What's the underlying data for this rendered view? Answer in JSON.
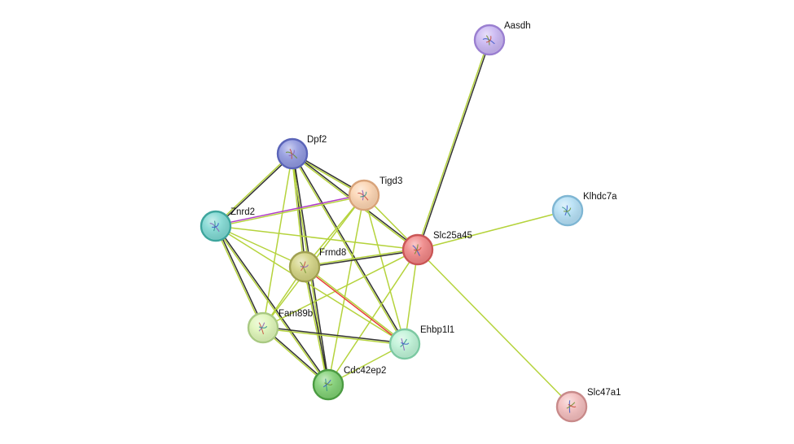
{
  "network": {
    "nodes": [
      {
        "id": "Aasdh",
        "label": "Aasdh",
        "color": "#c9b6f2",
        "border": "#9a7fd0"
      },
      {
        "id": "Dpf2",
        "label": "Dpf2",
        "color": "#8f97de",
        "border": "#5a64b8"
      },
      {
        "id": "Tigd3",
        "label": "Tigd3",
        "color": "#fbd3b0",
        "border": "#d8a37a"
      },
      {
        "id": "Znrd2",
        "label": "Znrd2",
        "color": "#7fd8d2",
        "border": "#3ea59d"
      },
      {
        "id": "Klhdc7a",
        "label": "Klhdc7a",
        "color": "#b4dff5",
        "border": "#7fb6d3"
      },
      {
        "id": "Slc25a45",
        "label": "Slc25a45",
        "color": "#f08585",
        "border": "#c95656"
      },
      {
        "id": "Frmd8",
        "label": "Frmd8",
        "color": "#d2d282",
        "border": "#a0a052"
      },
      {
        "id": "Fam89b",
        "label": "Fam89b",
        "color": "#def5b8",
        "border": "#a9c983"
      },
      {
        "id": "Ehbp1l1",
        "label": "Ehbp1l1",
        "color": "#bdf2d6",
        "border": "#7cc8a2"
      },
      {
        "id": "Cdc42ep2",
        "label": "Cdc42ep2",
        "color": "#7fcf73",
        "border": "#4b9b42"
      },
      {
        "id": "Slc47a1",
        "label": "Slc47a1",
        "color": "#f2bcbc",
        "border": "#c88a8a"
      }
    ],
    "edges": [
      {
        "source": "Aasdh",
        "target": "Slc25a45",
        "colors": [
          "#333333",
          "#b5d33c"
        ]
      },
      {
        "source": "Dpf2",
        "target": "Tigd3",
        "colors": [
          "#333333",
          "#b5d33c"
        ]
      },
      {
        "source": "Dpf2",
        "target": "Znrd2",
        "colors": [
          "#333333",
          "#b5d33c"
        ]
      },
      {
        "source": "Dpf2",
        "target": "Slc25a45",
        "colors": [
          "#333333",
          "#b5d33c"
        ]
      },
      {
        "source": "Dpf2",
        "target": "Frmd8",
        "colors": [
          "#333333",
          "#b5d33c"
        ]
      },
      {
        "source": "Dpf2",
        "target": "Fam89b",
        "colors": [
          "#b5d33c"
        ]
      },
      {
        "source": "Dpf2",
        "target": "Ehbp1l1",
        "colors": [
          "#333333",
          "#b5d33c"
        ]
      },
      {
        "source": "Dpf2",
        "target": "Cdc42ep2",
        "colors": [
          "#333333",
          "#b5d33c"
        ]
      },
      {
        "source": "Tigd3",
        "target": "Znrd2",
        "colors": [
          "#b5d33c",
          "#b03cc8"
        ]
      },
      {
        "source": "Tigd3",
        "target": "Frmd8",
        "colors": [
          "#b5d33c"
        ]
      },
      {
        "source": "Tigd3",
        "target": "Fam89b",
        "colors": [
          "#b5d33c"
        ]
      },
      {
        "source": "Tigd3",
        "target": "Ehbp1l1",
        "colors": [
          "#b5d33c"
        ]
      },
      {
        "source": "Tigd3",
        "target": "Cdc42ep2",
        "colors": [
          "#b5d33c"
        ]
      },
      {
        "source": "Tigd3",
        "target": "Slc25a45",
        "colors": [
          "#b5d33c"
        ]
      },
      {
        "source": "Znrd2",
        "target": "Frmd8",
        "colors": [
          "#b5d33c"
        ]
      },
      {
        "source": "Znrd2",
        "target": "Slc25a45",
        "colors": [
          "#b5d33c"
        ]
      },
      {
        "source": "Znrd2",
        "target": "Fam89b",
        "colors": [
          "#333333",
          "#b5d33c"
        ]
      },
      {
        "source": "Znrd2",
        "target": "Cdc42ep2",
        "colors": [
          "#333333",
          "#b5d33c"
        ]
      },
      {
        "source": "Znrd2",
        "target": "Ehbp1l1",
        "colors": [
          "#b5d33c"
        ]
      },
      {
        "source": "Klhdc7a",
        "target": "Slc25a45",
        "colors": [
          "#b5d33c"
        ]
      },
      {
        "source": "Slc25a45",
        "target": "Frmd8",
        "colors": [
          "#333333",
          "#b5d33c"
        ]
      },
      {
        "source": "Slc25a45",
        "target": "Fam89b",
        "colors": [
          "#b5d33c"
        ]
      },
      {
        "source": "Slc25a45",
        "target": "Ehbp1l1",
        "colors": [
          "#b5d33c"
        ]
      },
      {
        "source": "Slc25a45",
        "target": "Cdc42ep2",
        "colors": [
          "#b5d33c"
        ]
      },
      {
        "source": "Slc25a45",
        "target": "Slc47a1",
        "colors": [
          "#b5d33c"
        ]
      },
      {
        "source": "Frmd8",
        "target": "Ehbp1l1",
        "colors": [
          "#b5d33c",
          "#e8403a"
        ]
      },
      {
        "source": "Frmd8",
        "target": "Fam89b",
        "colors": [
          "#b5d33c"
        ]
      },
      {
        "source": "Frmd8",
        "target": "Cdc42ep2",
        "colors": [
          "#333333",
          "#b5d33c"
        ]
      },
      {
        "source": "Fam89b",
        "target": "Ehbp1l1",
        "colors": [
          "#333333",
          "#b5d33c"
        ]
      },
      {
        "source": "Fam89b",
        "target": "Cdc42ep2",
        "colors": [
          "#333333",
          "#b5d33c"
        ]
      },
      {
        "source": "Ehbp1l1",
        "target": "Cdc42ep2",
        "colors": [
          "#b5d33c"
        ]
      }
    ]
  }
}
